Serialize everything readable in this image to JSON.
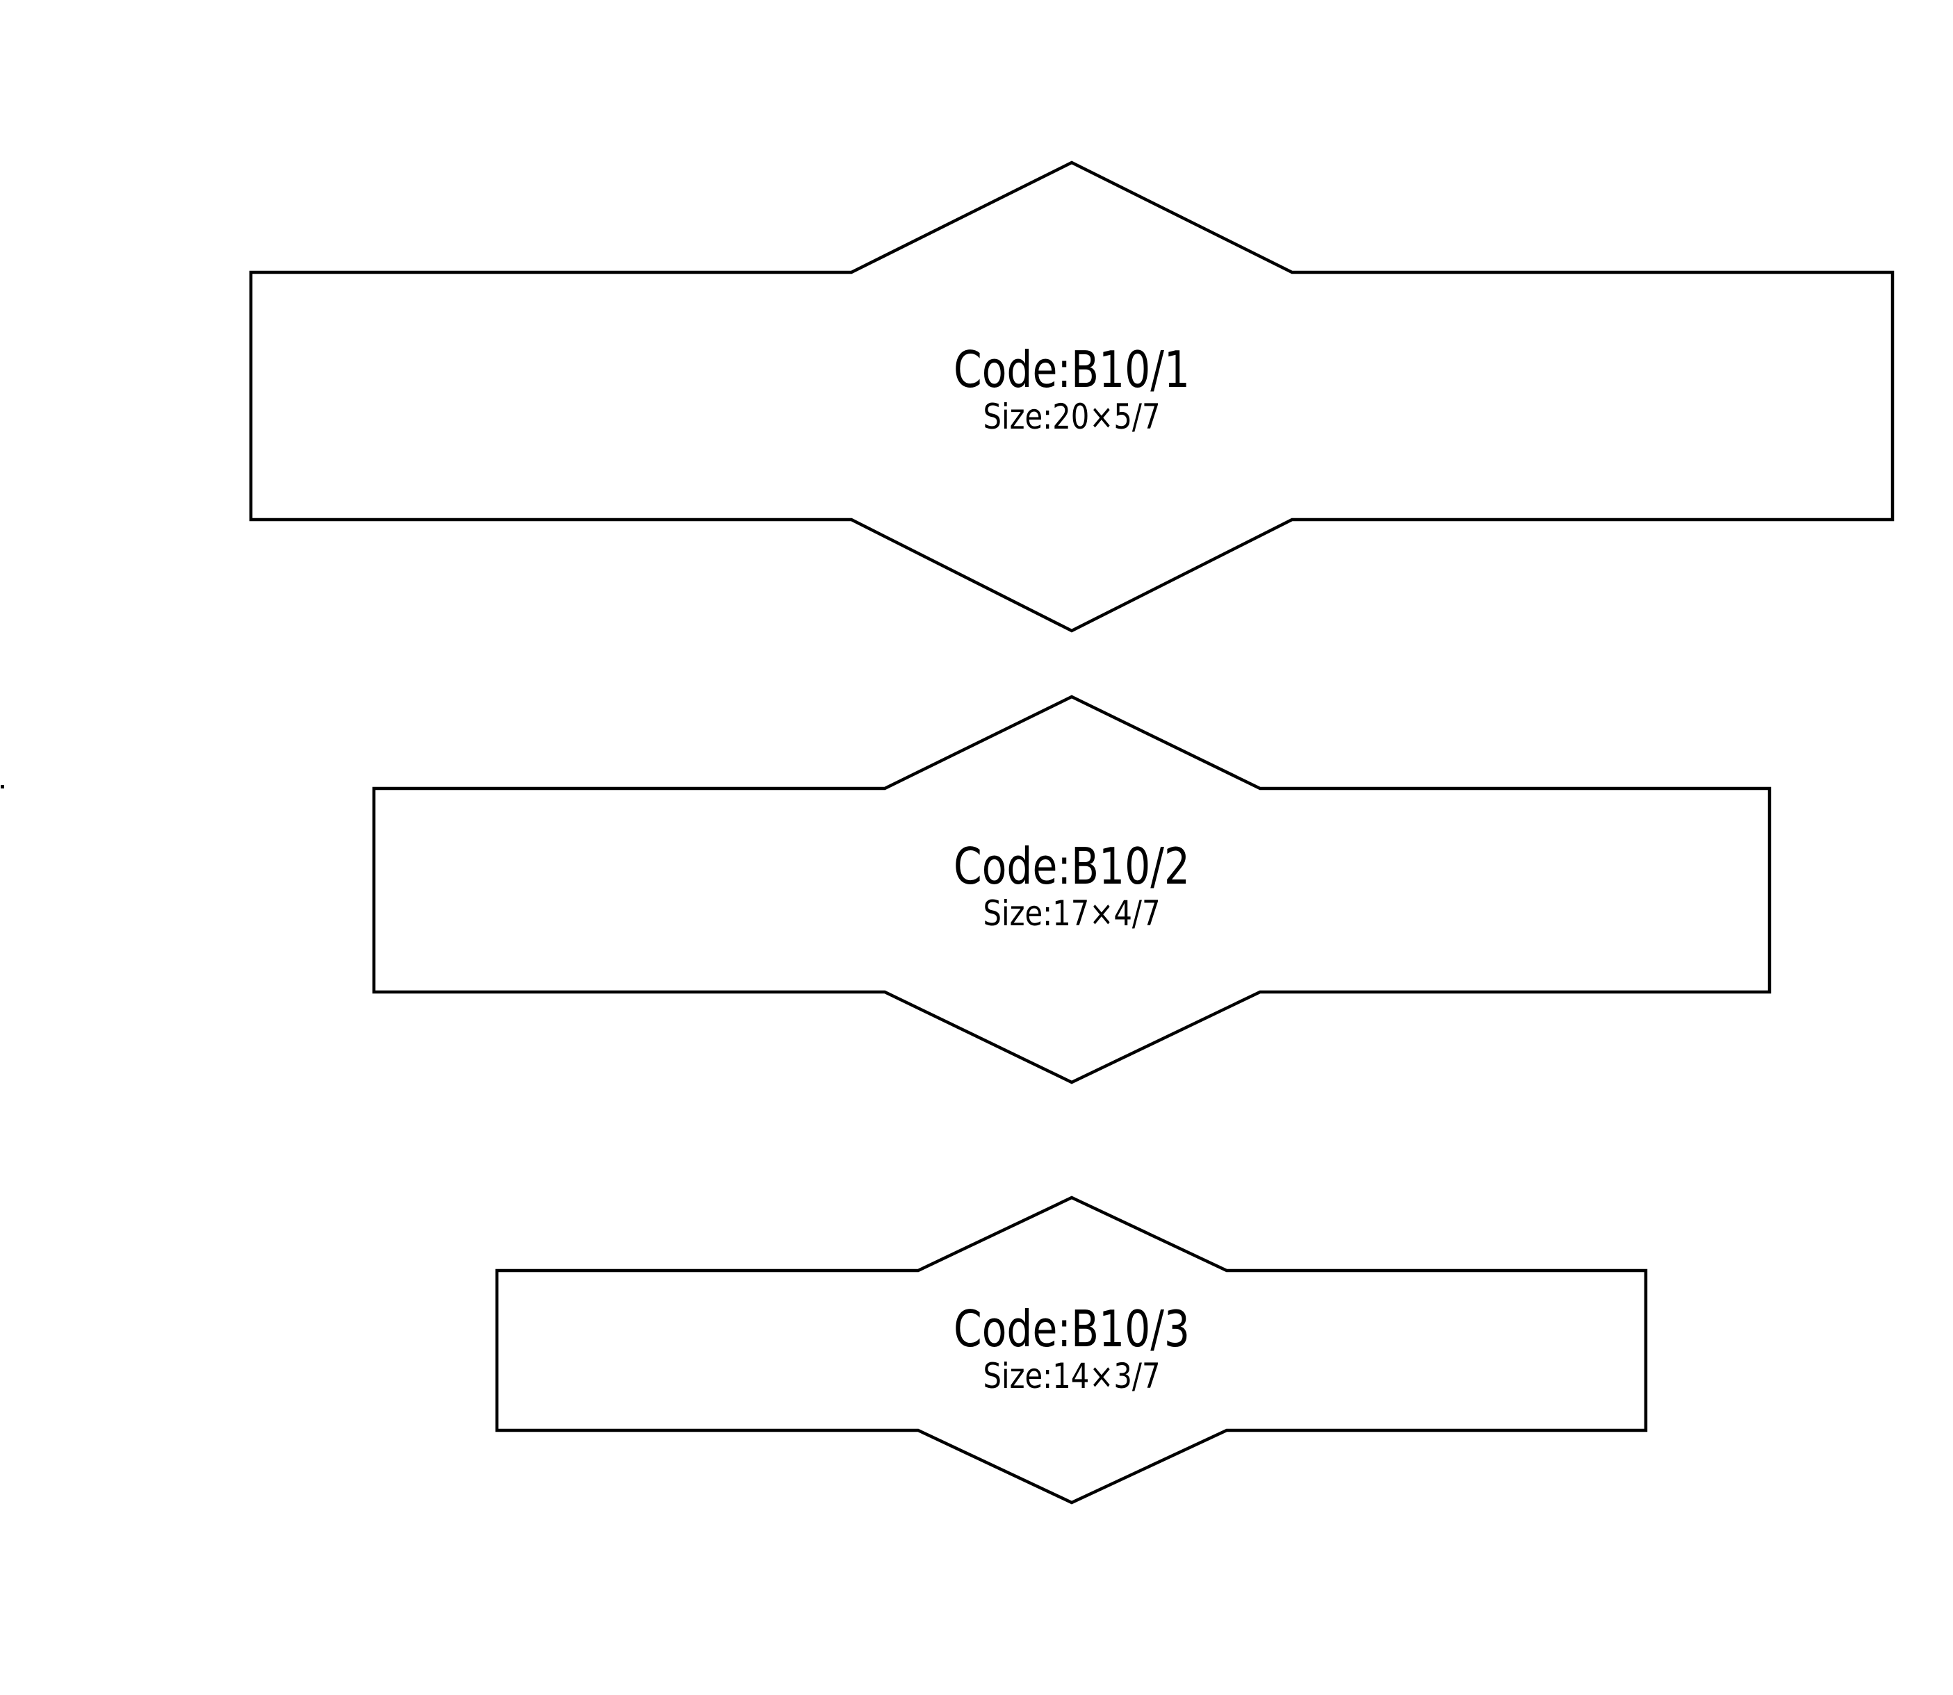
{
  "page": {
    "background": "#ffffff",
    "stroke_color": "#000000",
    "text_color": "#000000"
  },
  "bands": [
    {
      "code": "Code:B10/1",
      "size": "Size:20×5/7"
    },
    {
      "code": "Code:B10/2",
      "size": "Size:17×4/7"
    },
    {
      "code": "Code:B10/3",
      "size": "Size:14×3/7"
    }
  ]
}
